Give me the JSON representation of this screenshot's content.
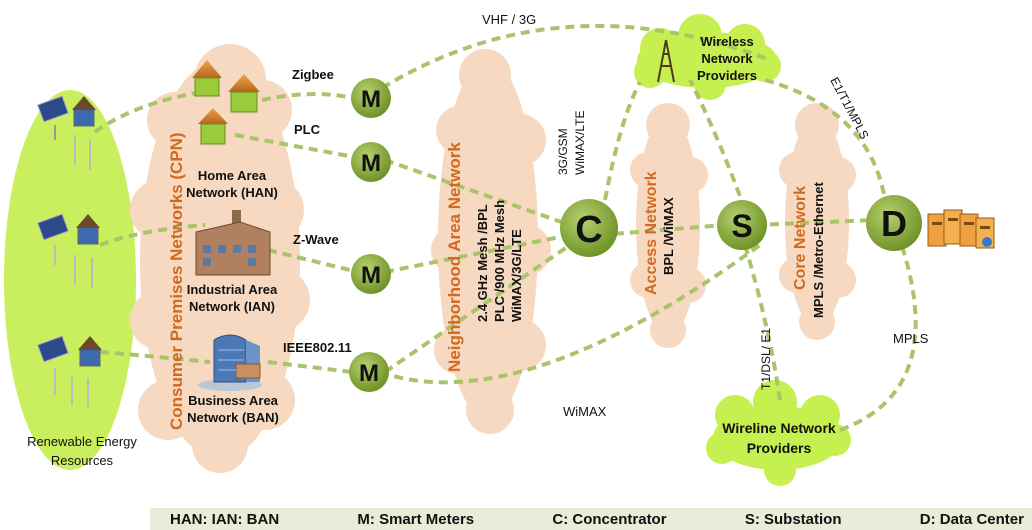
{
  "colors": {
    "cloud_peach": "#f6d9c0",
    "green_fill": "#8aac35",
    "green_dash": "#a9c46a",
    "lime": "#c9ee5e",
    "cloud_lime": "#c5f04f",
    "accent_orange": "#d2691e"
  },
  "renewable": {
    "label_line1": "Renewable Energy",
    "label_line2": "Resources"
  },
  "cpn": {
    "title": "Consumer Premises Networks (CPN)"
  },
  "han": {
    "line1": "Home Area",
    "line2": "Network (HAN)"
  },
  "ian": {
    "line1": "Industrial Area",
    "line2": "Network (IAN)"
  },
  "ban": {
    "line1": "Business Area",
    "line2": "Network (BAN)"
  },
  "links": {
    "zigbee": "Zigbee",
    "plc": "PLC",
    "zwave": "Z-Wave",
    "ieee": "IEEE802.11",
    "vhf": "VHF / 3G",
    "gsm1": "3G/GSM",
    "gsm2": "WiMAX/LTE",
    "e1": "E1/T1/MPLS",
    "mpls": "MPLS",
    "wimax": "WiMAX",
    "dsl": "T1/DSL/ E1"
  },
  "nan": {
    "title": "Neighborhood Area Network",
    "line1": "2.4 GHz Mesh /BPL",
    "line2": "PLC /900 MHz Mesh",
    "line3": "WiMAX/3G/LTE"
  },
  "access": {
    "title": "Access Network",
    "sub": "BPL /WiMAX"
  },
  "core": {
    "title": "Core Network",
    "sub": "MPLS /Metro-Ethernet"
  },
  "wireless": {
    "line1": "Wireless",
    "line2": "Network",
    "line3": "Providers"
  },
  "wireline": {
    "line1": "Wireline Network",
    "line2": "Providers"
  },
  "nodes": {
    "meter": "M",
    "concentrator": "C",
    "substation": "S",
    "datacenter": "D"
  },
  "legend": {
    "item1": "HAN: IAN: BAN",
    "item2": "M: Smart Meters",
    "item3": "C: Concentrator",
    "item4": "S: Substation",
    "item5": "D: Data Center"
  }
}
